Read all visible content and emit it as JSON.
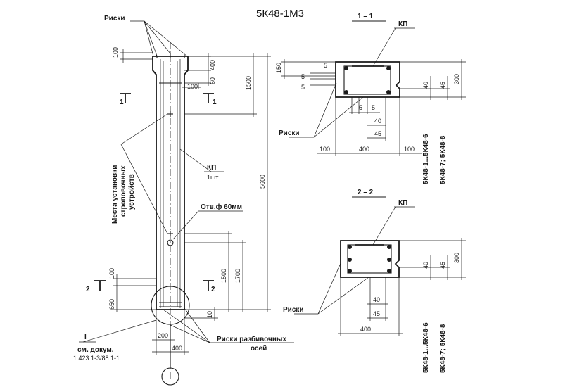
{
  "title": "5К48-1М3",
  "labels": {
    "riski": "Риски",
    "kp": "КП",
    "kp_count": "1шт.",
    "hole": "Отв.ф 60мм",
    "sling_1": "Места установки",
    "sling_2": "строповочных",
    "sling_3": "устройств",
    "riski_axes_1": "Риски разбивочных",
    "riski_axes_2": "осей",
    "see_doc_mark": "I",
    "see_doc_1": "см. докум.",
    "see_doc_2": "1.423.1-3/88.1-1",
    "sec_mark_1": "1",
    "sec_mark_2": "2",
    "section_1": "1 – 1",
    "section_2": "2 – 2",
    "series_a": "5К48-1...5К48-6",
    "series_b": "5К48-7; 5К48-8"
  },
  "dims": {
    "d100": "100",
    "d400": "400",
    "d60": "60",
    "d1500": "1500",
    "d5600": "5600",
    "d1700": "1700",
    "d650": "650",
    "d10": "10",
    "d200": "200",
    "d150": "150",
    "d5": "5",
    "d40": "40",
    "d45": "45",
    "d300": "300"
  }
}
